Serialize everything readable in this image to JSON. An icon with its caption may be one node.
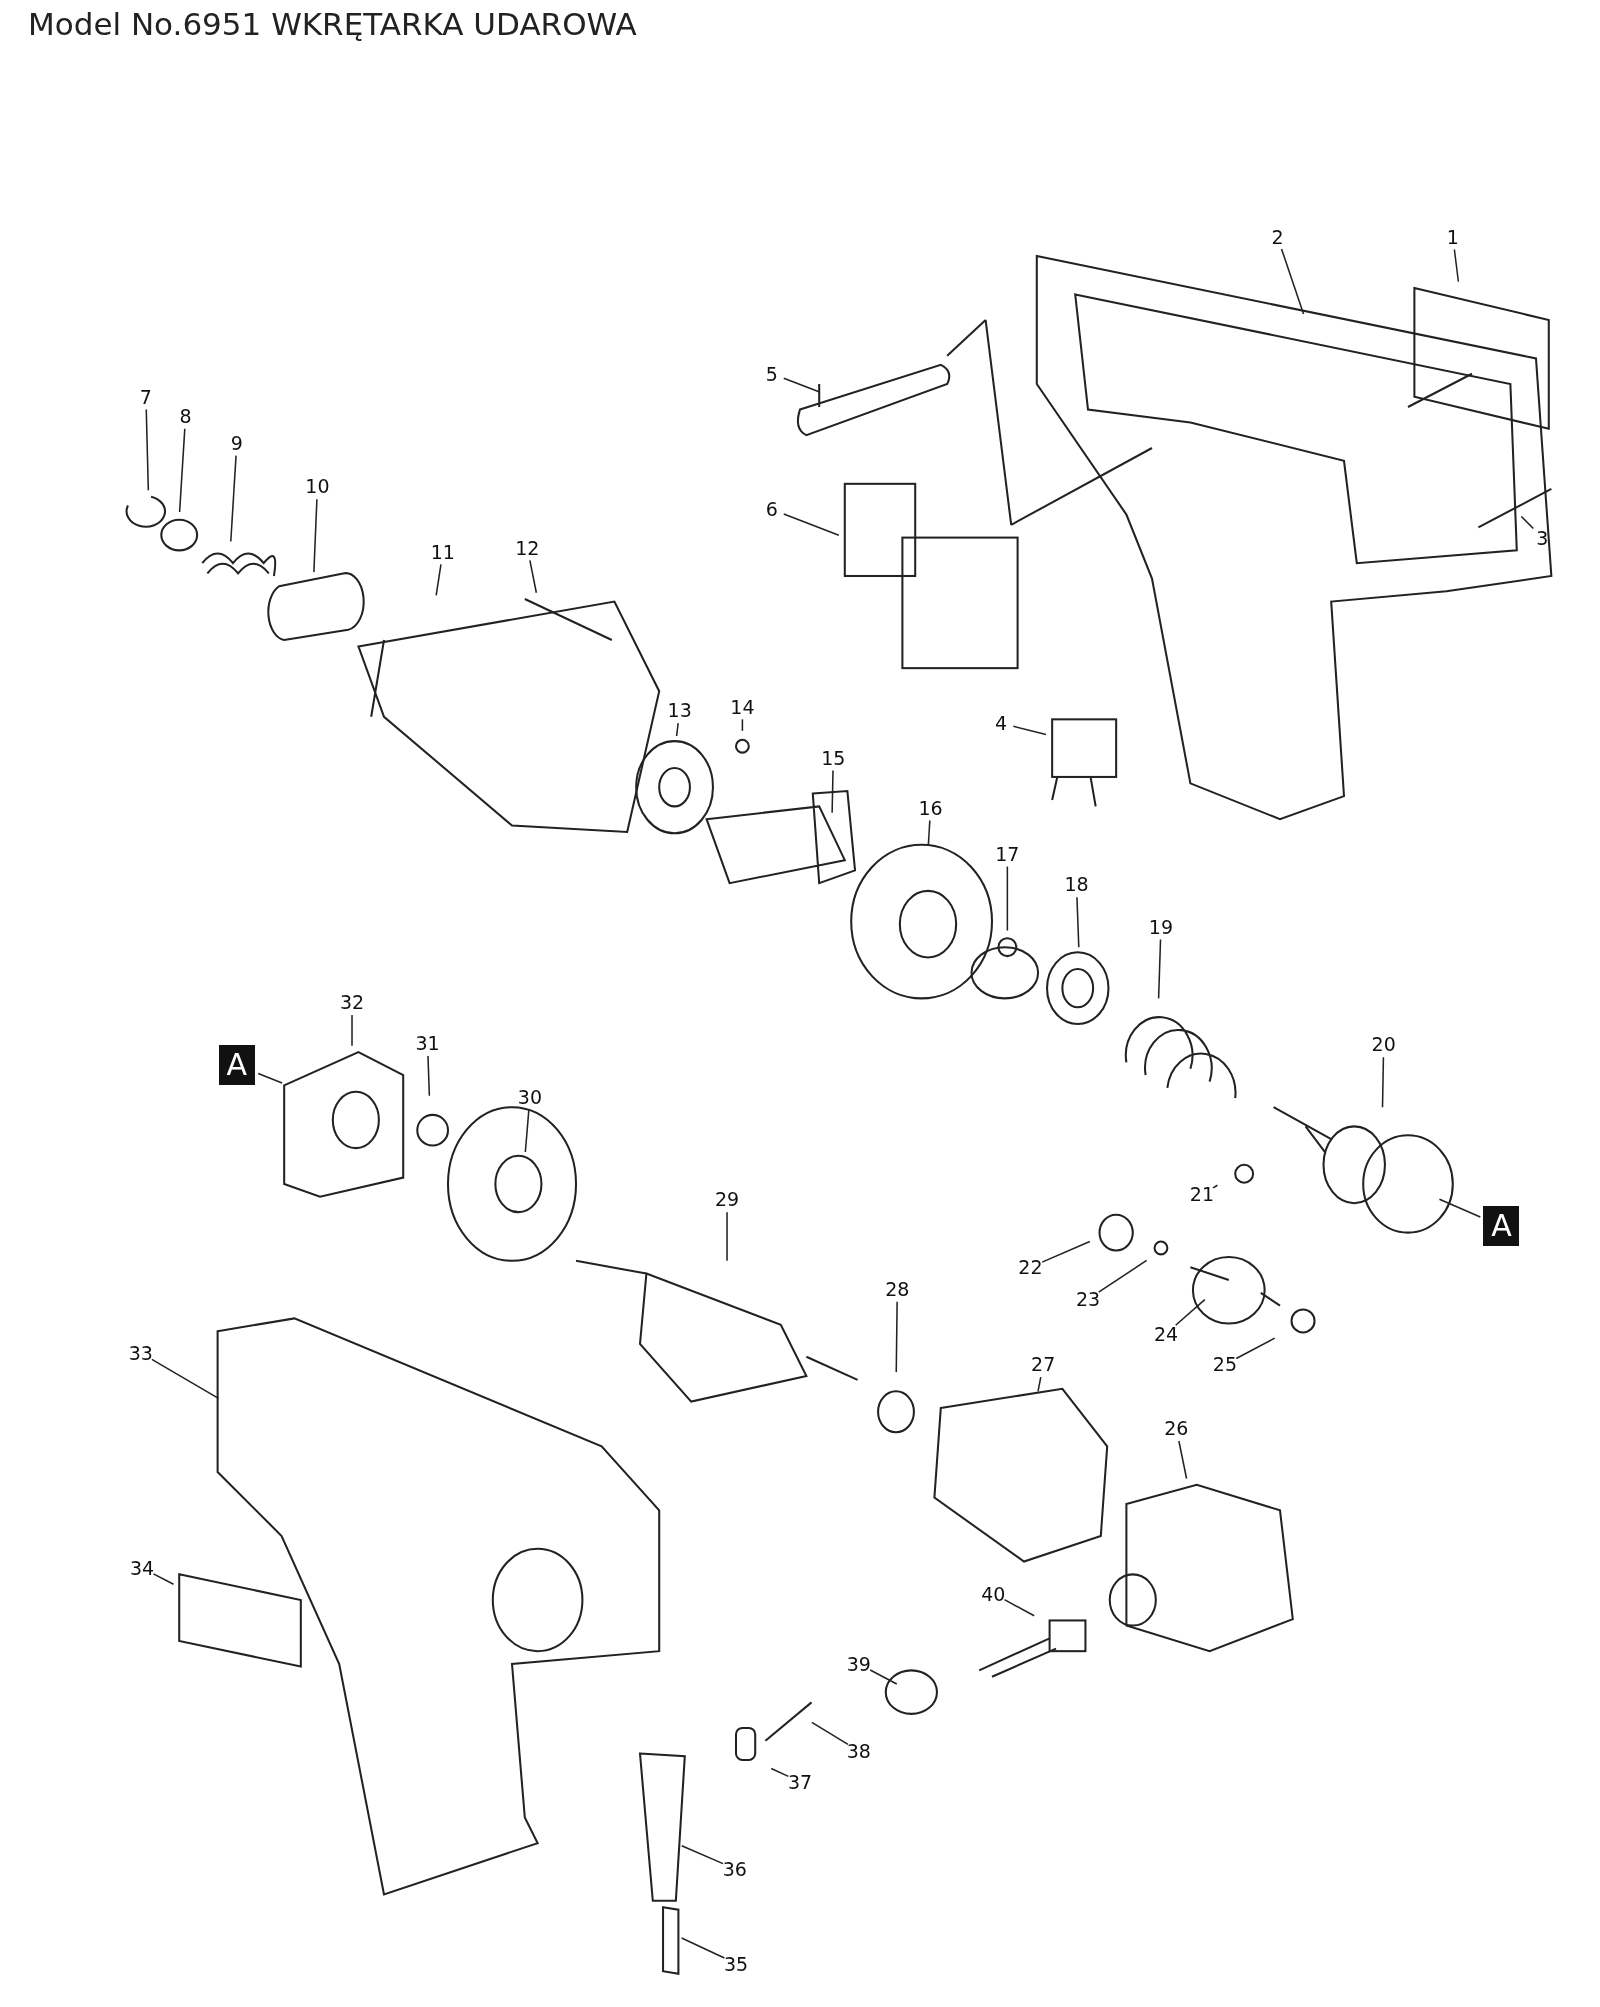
{
  "diagram": {
    "title": "Model No.6951 WKRĘTARKA UDAROWA",
    "nodes": [
      {
        "text": [
          "1"
        ]
      },
      {
        "text": [
          "2"
        ]
      },
      {
        "text": [
          "3"
        ]
      },
      {
        "text": [
          "4"
        ]
      },
      {
        "text": [
          "5"
        ]
      },
      {
        "text": [
          "6"
        ]
      },
      {
        "text": [
          "7"
        ]
      },
      {
        "text": [
          "8"
        ]
      },
      {
        "text": [
          "9"
        ]
      },
      {
        "text": [
          "10"
        ]
      },
      {
        "text": [
          "11"
        ]
      },
      {
        "text": [
          "12"
        ]
      },
      {
        "text": [
          "13"
        ]
      },
      {
        "text": [
          "14"
        ]
      },
      {
        "text": [
          "15"
        ]
      },
      {
        "text": [
          "16"
        ]
      },
      {
        "text": [
          "17"
        ]
      },
      {
        "text": [
          "18"
        ]
      },
      {
        "text": [
          "19"
        ]
      },
      {
        "text": [
          "20"
        ]
      },
      {
        "text": [
          "21"
        ]
      },
      {
        "text": [
          "22"
        ]
      },
      {
        "text": [
          "23"
        ]
      },
      {
        "text": [
          "24"
        ]
      },
      {
        "text": [
          "25"
        ]
      },
      {
        "text": [
          "26"
        ]
      },
      {
        "text": [
          "27"
        ]
      },
      {
        "text": [
          "28"
        ]
      },
      {
        "text": [
          "29"
        ]
      },
      {
        "text": [
          "30"
        ]
      },
      {
        "text": [
          "31"
        ]
      },
      {
        "text": [
          "32"
        ]
      },
      {
        "text": [
          "33"
        ]
      },
      {
        "text": [
          "34"
        ]
      },
      {
        "text": [
          "35"
        ]
      },
      {
        "text": [
          "36"
        ]
      },
      {
        "text": [
          "37"
        ]
      },
      {
        "text": [
          "38"
        ]
      },
      {
        "text": [
          "39"
        ]
      },
      {
        "text": [
          "40"
        ]
      },
      {
        "text": [
          "A"
        ]
      },
      {
        "text": [
          "A"
        ]
      }
    ],
    "edges": [
      {
        "from": 0,
        "to": null,
        "arrow": "none"
      },
      {
        "from": 1,
        "to": null,
        "arrow": "none"
      },
      {
        "from": 2,
        "to": null,
        "arrow": "none"
      },
      {
        "from": 3,
        "to": null,
        "arrow": "none"
      },
      {
        "from": 4,
        "to": null,
        "arrow": "none"
      },
      {
        "from": 5,
        "to": null,
        "arrow": "none"
      },
      {
        "from": 6,
        "to": null,
        "arrow": "none"
      },
      {
        "from": 7,
        "to": null,
        "arrow": "none"
      },
      {
        "from": 8,
        "to": null,
        "arrow": "none"
      },
      {
        "from": 9,
        "to": null,
        "arrow": "none"
      },
      {
        "from": 10,
        "to": null,
        "arrow": "none"
      },
      {
        "from": 11,
        "to": null,
        "arrow": "none"
      },
      {
        "from": 12,
        "to": null,
        "arrow": "none"
      },
      {
        "from": 13,
        "to": null,
        "arrow": "none"
      },
      {
        "from": 14,
        "to": null,
        "arrow": "none"
      },
      {
        "from": 15,
        "to": null,
        "arrow": "none"
      },
      {
        "from": 16,
        "to": null,
        "arrow": "none"
      },
      {
        "from": 17,
        "to": null,
        "arrow": "none"
      },
      {
        "from": 18,
        "to": null,
        "arrow": "none"
      },
      {
        "from": 19,
        "to": null,
        "arrow": "none"
      },
      {
        "from": 20,
        "to": null,
        "arrow": "none"
      },
      {
        "from": 21,
        "to": null,
        "arrow": "none"
      },
      {
        "from": 22,
        "to": null,
        "arrow": "none"
      },
      {
        "from": 23,
        "to": null,
        "arrow": "none"
      },
      {
        "from": 24,
        "to": null,
        "arrow": "none"
      },
      {
        "from": 25,
        "to": null,
        "arrow": "none"
      },
      {
        "from": 26,
        "to": null,
        "arrow": "none"
      },
      {
        "from": 27,
        "to": null,
        "arrow": "none"
      },
      {
        "from": 28,
        "to": null,
        "arrow": "none"
      },
      {
        "from": 29,
        "to": null,
        "arrow": "none"
      },
      {
        "from": 30,
        "to": null,
        "arrow": "none"
      },
      {
        "from": 31,
        "to": null,
        "arrow": "none"
      },
      {
        "from": 32,
        "to": null,
        "arrow": "none"
      },
      {
        "from": 33,
        "to": null,
        "arrow": "none"
      },
      {
        "from": 34,
        "to": null,
        "arrow": "none"
      },
      {
        "from": 35,
        "to": null,
        "arrow": "none"
      },
      {
        "from": 36,
        "to": null,
        "arrow": "none"
      },
      {
        "from": 37,
        "to": null,
        "arrow": "none"
      },
      {
        "from": 38,
        "to": null,
        "arrow": "none"
      },
      {
        "from": 39,
        "to": null,
        "arrow": "none"
      },
      {
        "from": 40,
        "to": null,
        "arrow": "none"
      },
      {
        "from": 41,
        "to": null,
        "arrow": "none"
      }
    ]
  }
}
